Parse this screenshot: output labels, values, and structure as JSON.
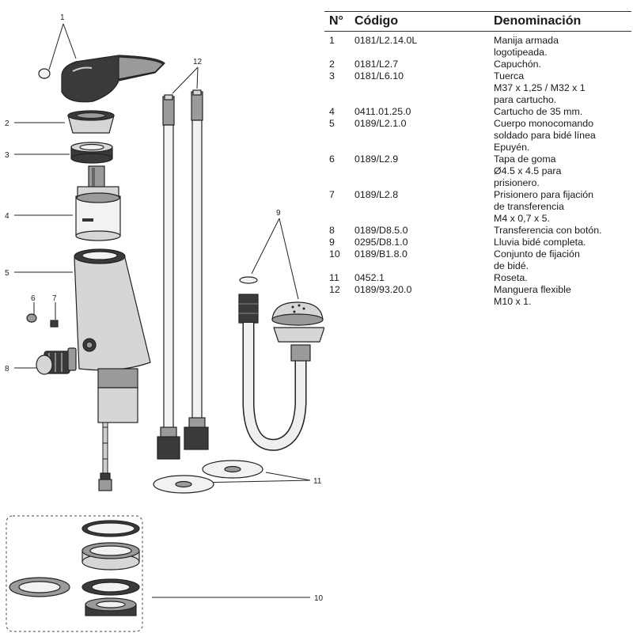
{
  "table": {
    "headers": [
      "N°",
      "Código",
      "Denominación"
    ],
    "rows": [
      {
        "n": "1",
        "code": "0181/L2.14.0L",
        "desc": [
          "Manija armada",
          "logotipeada."
        ]
      },
      {
        "n": "2",
        "code": "0181/L2.7",
        "desc": [
          "Capuchón."
        ]
      },
      {
        "n": "3",
        "code": "0181/L6.10",
        "desc": [
          "Tuerca",
          "M37 x 1,25 / M32 x 1",
          "para cartucho."
        ]
      },
      {
        "n": "4",
        "code": "0411.01.25.0",
        "desc": [
          "Cartucho de 35 mm."
        ]
      },
      {
        "n": "5",
        "code": "0189/L2.1.0",
        "desc": [
          "Cuerpo monocomando",
          "soldado para bidé línea",
          "Epuyén."
        ]
      },
      {
        "n": "6",
        "code": "0189/L2.9",
        "desc": [
          "Tapa de goma",
          "Ø4.5 x 4.5 para",
          "prisionero."
        ]
      },
      {
        "n": "7",
        "code": "0189/L2.8",
        "desc": [
          "Prisionero para fijación",
          "de transferencia",
          "M4 x 0,7 x 5."
        ]
      },
      {
        "n": "8",
        "code": "0189/D8.5.0",
        "desc": [
          "Transferencia con botón."
        ]
      },
      {
        "n": "9",
        "code": "0295/D8.1.0",
        "desc": [
          "Lluvia bidé completa."
        ]
      },
      {
        "n": "10",
        "code": "0189/B1.8.0",
        "desc": [
          "Conjunto de fijación",
          "de bidé."
        ]
      },
      {
        "n": "11",
        "code": "0452.1",
        "desc": [
          "Roseta."
        ]
      },
      {
        "n": "12",
        "code": "0189/93.20.0",
        "desc": [
          "Manguera flexible",
          "M10 x 1."
        ]
      }
    ]
  },
  "callouts": {
    "c1": "1",
    "c2": "2",
    "c3": "3",
    "c4": "4",
    "c5": "5",
    "c6": "6",
    "c7": "7",
    "c8": "8",
    "c9": "9",
    "c10": "10",
    "c11": "11",
    "c12": "12"
  }
}
